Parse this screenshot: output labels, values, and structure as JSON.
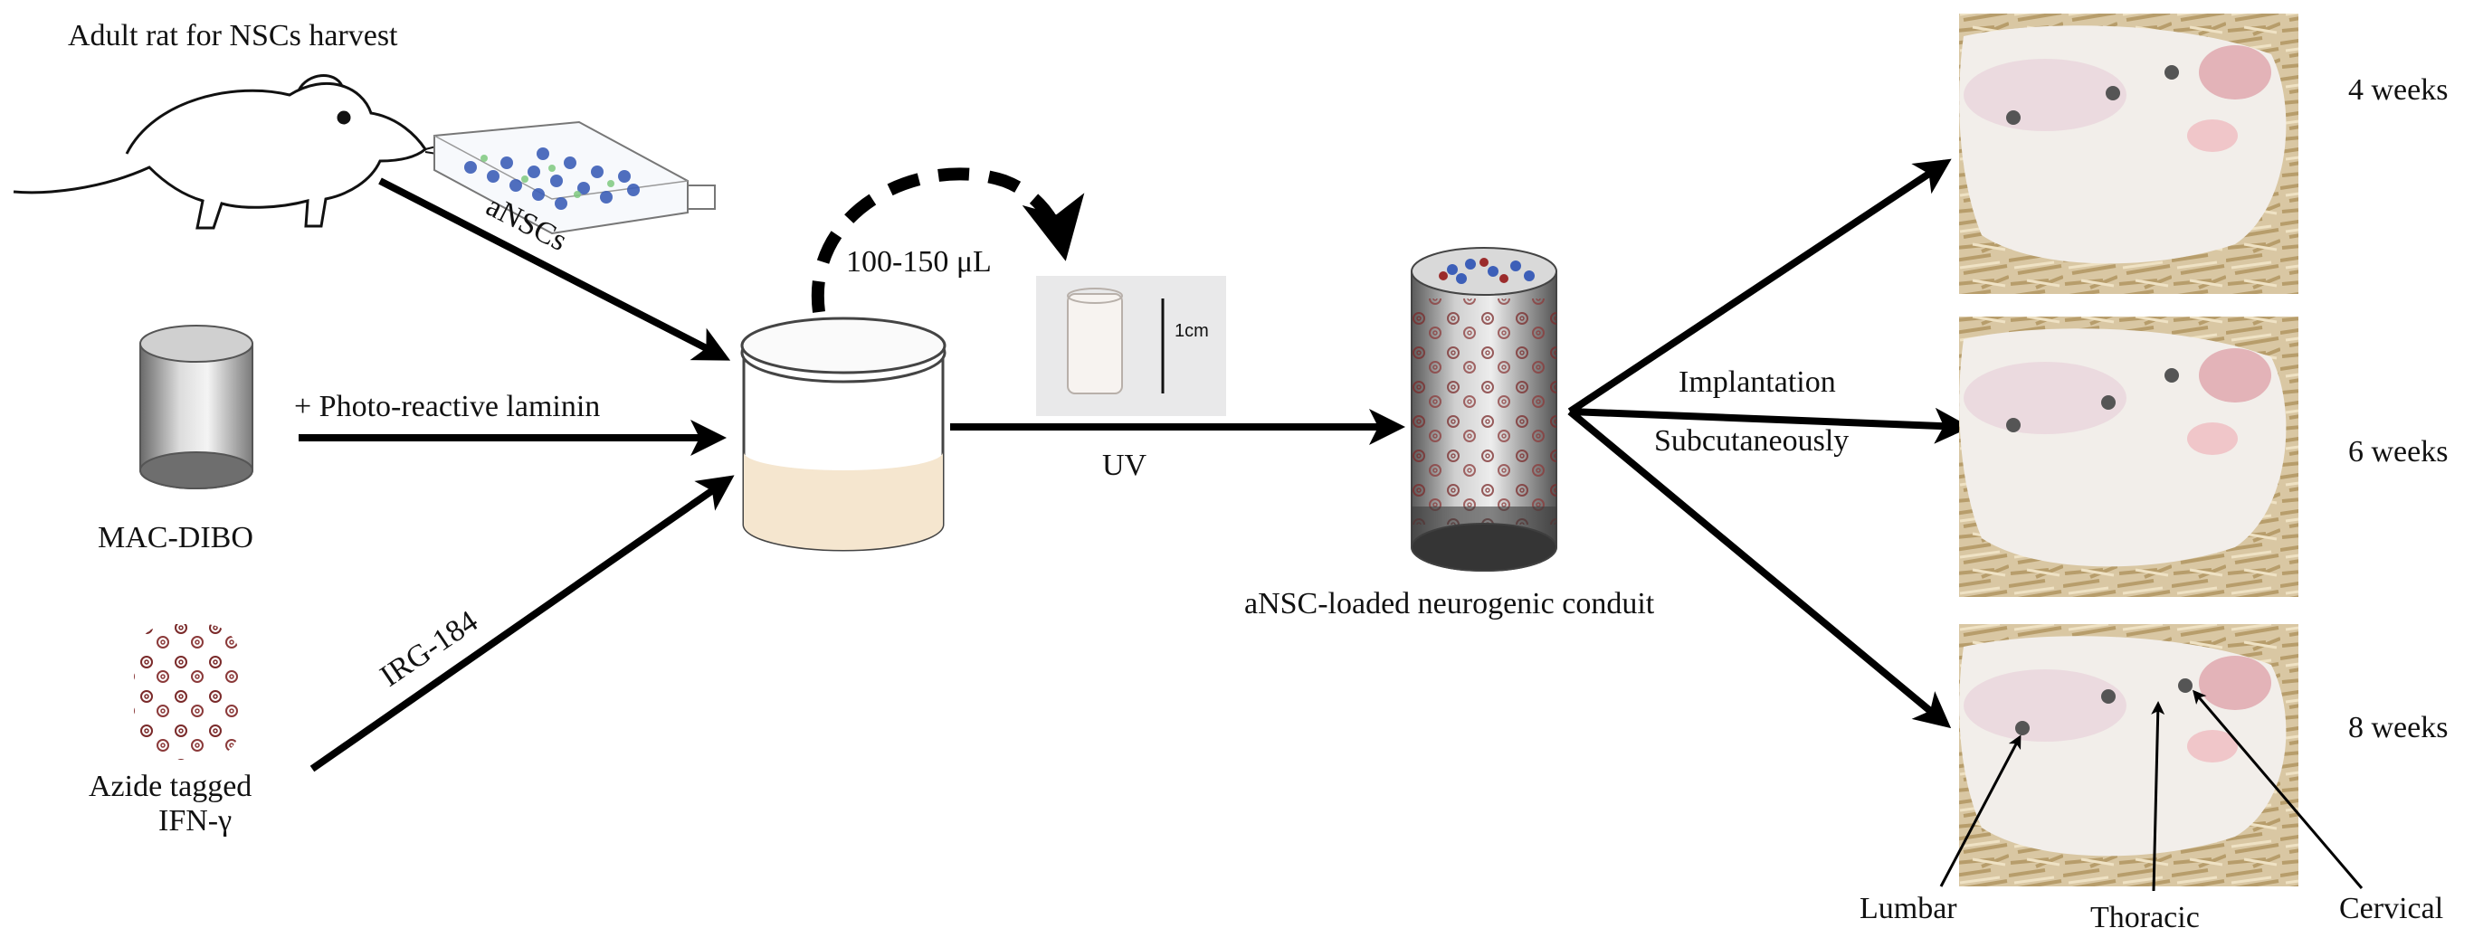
{
  "labels": {
    "rat": "Adult rat for NSCs harvest",
    "ansc_arrow": "aNSCs",
    "laminin": "+ Photo-reactive laminin",
    "mac_dibo": "MAC-DIBO",
    "irg": "IRG-184",
    "azide_line1": "Azide tagged",
    "azide_line2": "IFN-γ",
    "volume": "100-150 μL",
    "scale": "1cm",
    "uv": "UV",
    "conduit": "aNSC-loaded neurogenic conduit",
    "implantation": "Implantation",
    "subcutaneously": "Subcutaneously",
    "week4": "4 weeks",
    "week6": "6 weeks",
    "week8": "8 weeks",
    "lumbar": "Lumbar",
    "thoracic": "Thoracic",
    "cervical": "Cervical"
  },
  "colors": {
    "arrow": "#000000",
    "photo_bg": "#d9c7a3",
    "rat_fur": "#f2eeea",
    "liquid": "#f5e6cf",
    "cells_blue": "#3d5fb8",
    "ifn_red": "#7a2a2a"
  }
}
